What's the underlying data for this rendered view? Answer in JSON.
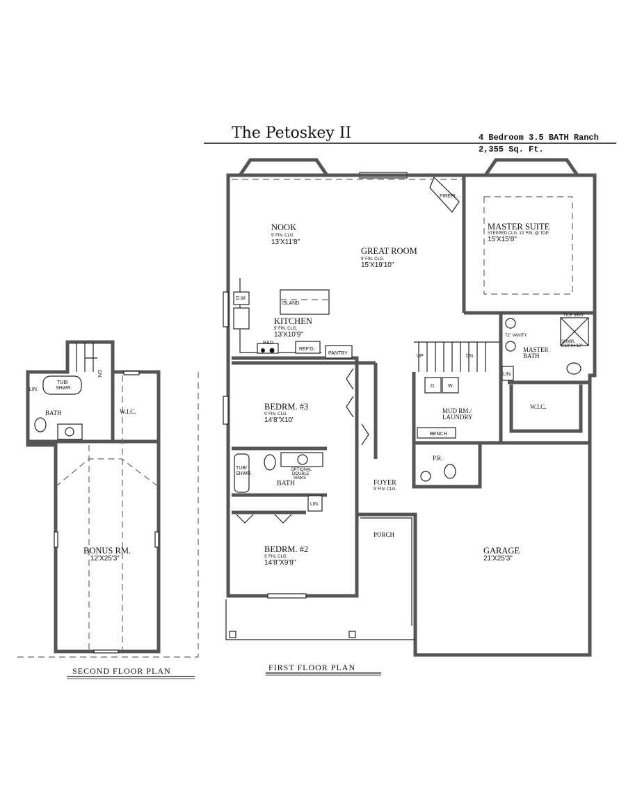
{
  "header": {
    "title": "The Petoskey II",
    "subtitle": "4 Bedroom 3.5 BATH Ranch",
    "area": "2,355 Sq. Ft."
  },
  "first_floor": {
    "label": "FIRST FLOOR PLAN",
    "rooms": {
      "nook": {
        "name": "NOOK",
        "ceiling": "9' FIN. CLG.",
        "size": "13'X11'8\""
      },
      "great_room": {
        "name": "GREAT ROOM",
        "ceiling": "9' FIN. CLG.",
        "size": "15'X19'10\""
      },
      "master_suite": {
        "name": "MASTER SUITE",
        "ceiling": "STEPPED CLG. 10' FIN. @ TOP",
        "size": "15'X15'8\""
      },
      "kitchen": {
        "name": "KITCHEN",
        "ceiling": "9' FIN. CLG.",
        "size": "13'X10'9\""
      },
      "bedroom3": {
        "name": "BEDRM. #3",
        "ceiling": "9' FIN. CLG.",
        "size": "14'8\"X10'"
      },
      "bath": {
        "name": "BATH"
      },
      "bedroom2": {
        "name": "BEDRM. #2",
        "ceiling": "9' FIN. CLG.",
        "size": "14'8\"X9'9\""
      },
      "foyer": {
        "name": "FOYER",
        "ceiling": "9' FIN. CLG."
      },
      "porch": {
        "name": "PORCH"
      },
      "mud_room": {
        "name": "MUD RM./",
        "name2": "LAUNDRY"
      },
      "powder_room": {
        "name": "P.R."
      },
      "master_bath": {
        "name": "MASTER",
        "name2": "BATH"
      },
      "wic": {
        "name": "W.I.C."
      },
      "garage": {
        "name": "GARAGE",
        "size": "21'X25'3\""
      }
    },
    "fixtures": {
      "fireplace": "FIREPL.",
      "island": "ISLAND",
      "dishwasher": "D.W.",
      "range": "R&O",
      "refrigerator": "REF'G.",
      "pantry": "PANTRY",
      "up": "UP",
      "down": "DN.",
      "dryer": "D.",
      "washer": "W.",
      "bench": "BENCH",
      "linen": "LIN.",
      "linen2": "LIN.",
      "tub": "TUB/",
      "tub2": "SHWR.",
      "optional_sinks": "OPTIONAL",
      "optional_sinks2": "DOUBLE",
      "optional_sinks3": "SINKS",
      "vanity": "72\" VANITY",
      "tile_seat": "TILE SEAT",
      "shower": "SHWR.",
      "shower_size": "3'10\"X4'10\""
    }
  },
  "second_floor": {
    "label": "SECOND FLOOR PLAN",
    "rooms": {
      "bath": {
        "name": "BATH"
      },
      "wic": {
        "name": "W.I.C."
      },
      "bonus": {
        "name": "BONUS RM.",
        "size": "12'X25'3\""
      }
    },
    "fixtures": {
      "linen": "LIN.",
      "tub": "TUB/",
      "tub2": "SHWR.",
      "down": "DN."
    }
  }
}
